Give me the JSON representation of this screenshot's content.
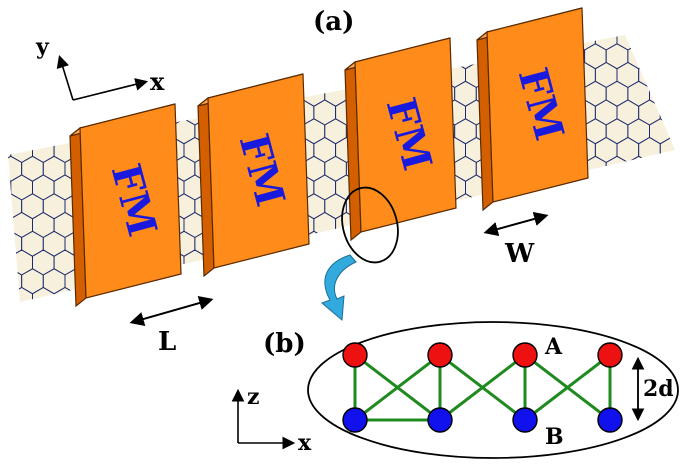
{
  "panel_a": {
    "label": "(a)",
    "axis_y": "y",
    "axis_x": "x",
    "ferromagnet_label": "FM",
    "ferromagnet_count": 4,
    "length_label": "L",
    "width_label": "W"
  },
  "panel_b": {
    "label": "(b)",
    "axis_z": "z",
    "axis_x": "x",
    "site_a_label": "A",
    "site_b_label": "B",
    "spacing_label": "2d"
  },
  "colors": {
    "lattice_fill": "#f7f0dc",
    "lattice_stroke": "#1c2a6b",
    "fm_front": "#ff8c1a",
    "fm_side": "#d45f00",
    "fm_text": "#1a1adf",
    "atom_a": "#ee1111",
    "atom_b": "#1111ee",
    "bond": "#1f8a1f",
    "arrow_cyan": "#33aadd"
  }
}
